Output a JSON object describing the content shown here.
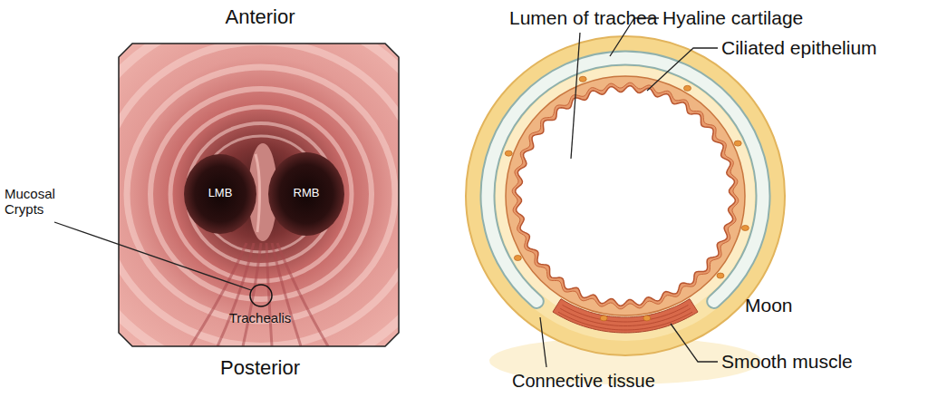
{
  "diagram": {
    "labels": [
      "Anterior",
      "Posterior",
      "LMB",
      "RMB",
      "Mucosal Crypts",
      "Trachealis",
      "Lumen of trachea",
      "Hyaline cartilage",
      "Ciliated epithelium",
      "Moon",
      "Smooth muscle",
      "Connective tissue"
    ]
  }
}
